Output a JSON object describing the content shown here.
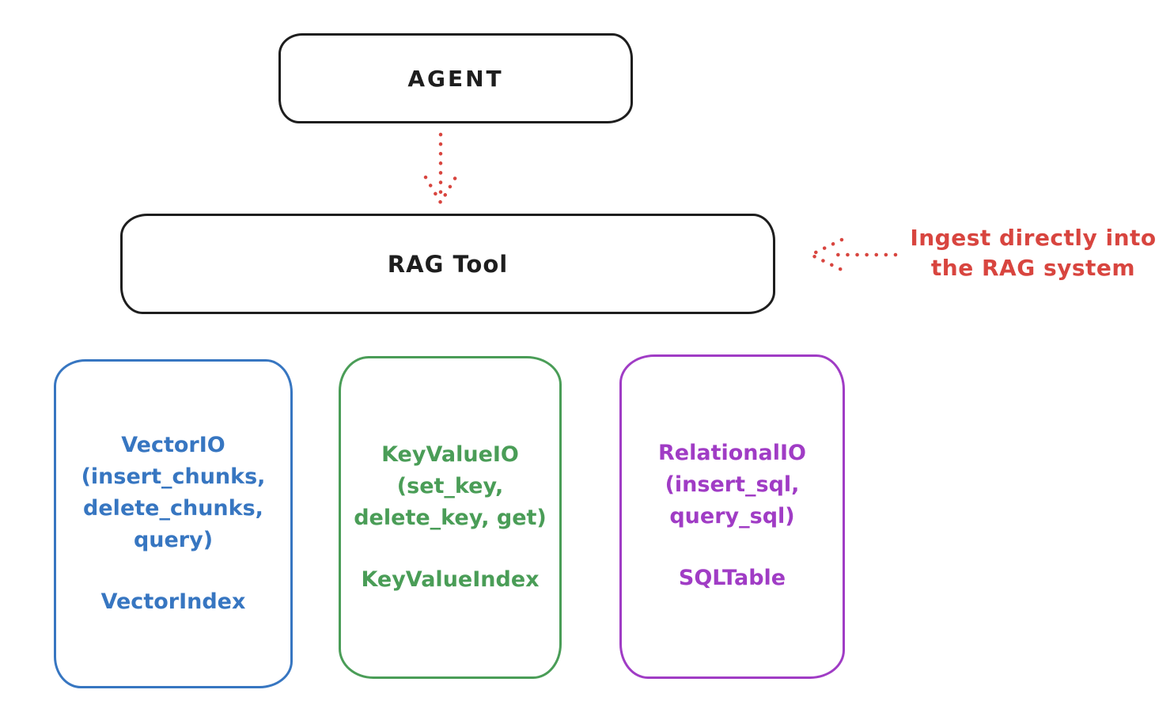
{
  "diagram": {
    "agent": {
      "label": "AGENT"
    },
    "rag_tool": {
      "label": "RAG Tool"
    },
    "annotation": {
      "line1": "Ingest directly into",
      "line2": "the RAG system",
      "color": "#d8453f"
    },
    "io_boxes": [
      {
        "name": "vector-io",
        "color": "#3776c1",
        "lines": [
          "VectorIO",
          "(insert_chunks,",
          "delete_chunks,",
          "query)"
        ],
        "index_label": "VectorIndex"
      },
      {
        "name": "keyvalue-io",
        "color": "#4a9d57",
        "lines": [
          "KeyValueIO",
          "(set_key,",
          "delete_key, get)"
        ],
        "index_label": "KeyValueIndex"
      },
      {
        "name": "relational-io",
        "color": "#a03cc5",
        "lines": [
          "RelationalIO",
          "(insert_sql,",
          "query_sql)"
        ],
        "index_label": "SQLTable"
      }
    ],
    "colors": {
      "stroke_black": "#1e1e1e",
      "arrow_red": "#d8453f",
      "background": "#ffffff"
    }
  }
}
